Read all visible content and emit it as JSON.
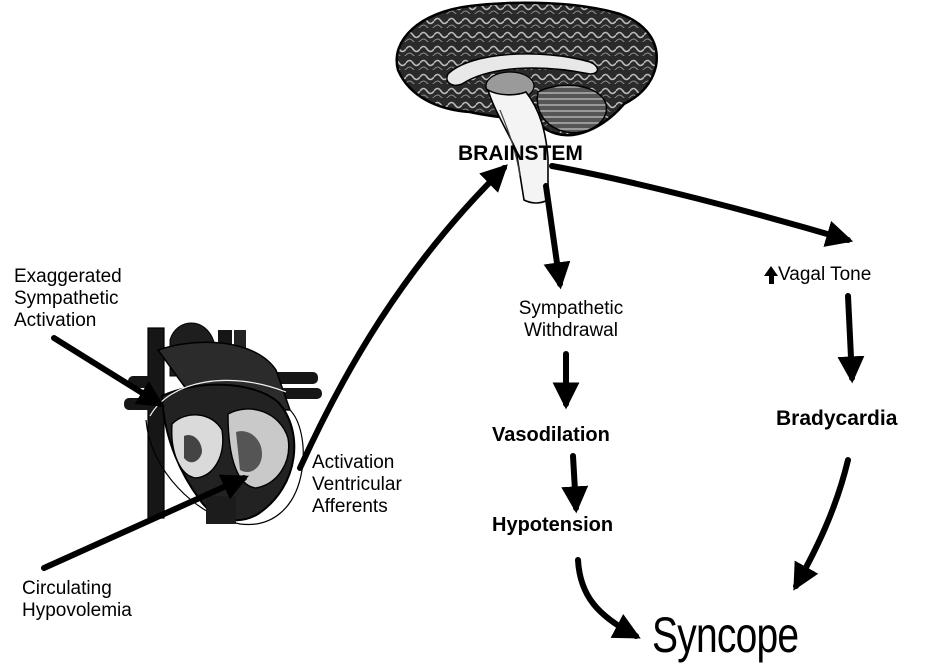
{
  "labels": {
    "brainstem": "BRAINSTEM",
    "exaggerated": [
      "Exaggerated",
      "Sympathetic",
      "Activation"
    ],
    "circulating": [
      "Circulating",
      "Hypovolemia"
    ],
    "activation": [
      "Activation",
      "Ventricular",
      "Afferents"
    ],
    "sympathetic_withdrawal": [
      "Sympathetic",
      "Withdrawal"
    ],
    "vasodilation": "Vasodilation",
    "hypotension": "Hypotension",
    "vagal_tone": "Vagal Tone",
    "bradycardia": "Bradycardia",
    "syncope": "Syncope"
  },
  "icons": {
    "brain": "brain-illustration",
    "heart": "heart-illustration",
    "increase": "up-arrow-icon"
  },
  "colors": {
    "ink": "#000000",
    "dark_tissue": "#1a1a1a",
    "mid_tissue": "#555555",
    "background": "#ffffff"
  }
}
